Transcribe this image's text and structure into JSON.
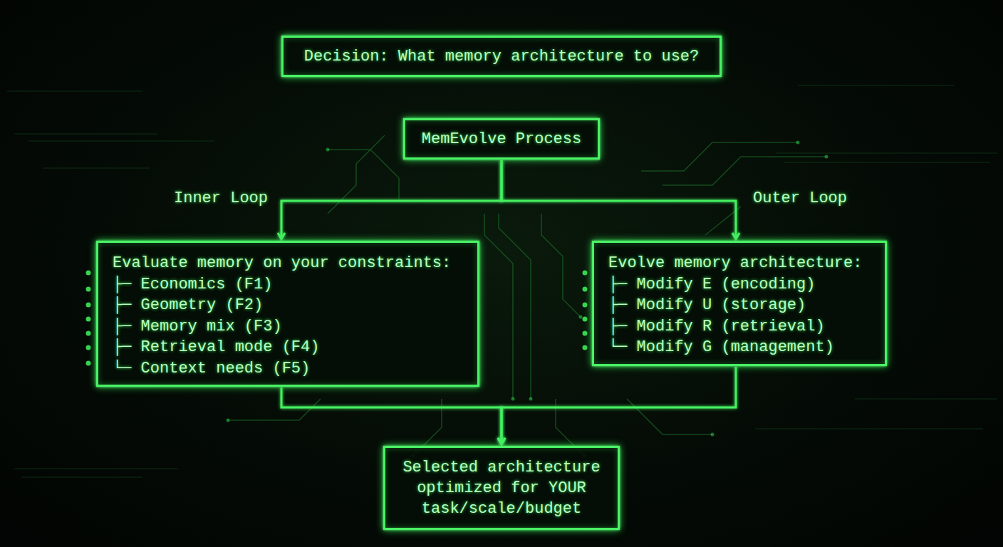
{
  "diagram": {
    "nodes": [
      {
        "text": [
          "Decision: What memory architecture to use?"
        ]
      },
      {
        "text": [
          "MemEvolve Process"
        ]
      },
      {
        "text": [
          "Evaluate memory on your constraints:",
          "├─ Economics (F1)",
          "├─ Geometry (F2)",
          "├─ Memory mix (F3)",
          "├─ Retrieval mode (F4)",
          "└─ Context needs (F5)"
        ]
      },
      {
        "text": [
          "Evolve memory architecture:",
          "├─ Modify E (encoding)",
          "├─ Modify U (storage)",
          "├─ Modify R (retrieval)",
          "└─ Modify G (management)"
        ]
      },
      {
        "text": [
          "Selected architecture optimized for YOUR task/scale/budget"
        ]
      }
    ],
    "edges": [
      {
        "from": 0,
        "to": 1,
        "arrow": "to"
      },
      {
        "from": 1,
        "to": 2,
        "label": "Inner Loop",
        "arrow": "to"
      },
      {
        "from": 1,
        "to": 3,
        "label": "Outer Loop",
        "arrow": "to"
      },
      {
        "from": 2,
        "to": 4,
        "arrow": "to"
      },
      {
        "from": 3,
        "to": 4,
        "arrow": "to"
      }
    ]
  }
}
